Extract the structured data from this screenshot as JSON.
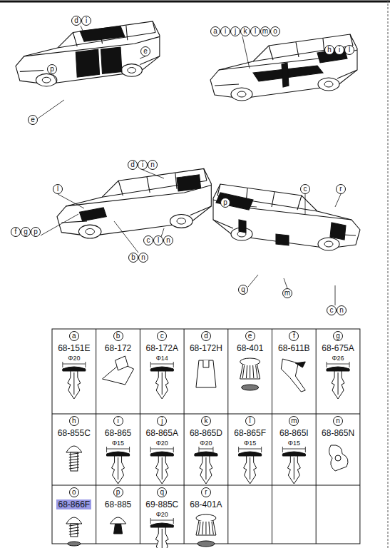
{
  "diagram": {
    "labels": [
      "d",
      "i",
      "e",
      "p",
      "e",
      "a",
      "i",
      "j",
      "k",
      "l",
      "m",
      "o",
      "h",
      "i",
      "l",
      "d",
      "i",
      "n",
      "l",
      "f",
      "g",
      "p",
      "b",
      "n",
      "c",
      "l",
      "n",
      "c",
      "r",
      "p",
      "q",
      "m",
      "c",
      "n",
      "a",
      "68-151E",
      "Φ20",
      "b",
      "68-172",
      "c",
      "68-172A",
      "Φ14",
      "d",
      "68-172H",
      "e",
      "68-401",
      "f",
      "68-611B",
      "g",
      "68-675A",
      "Φ26",
      "h",
      "68-855C",
      "i",
      "68-865",
      "Φ15",
      "j",
      "68-865A",
      "Φ20",
      "k",
      "68-865D",
      "Φ20",
      "l",
      "68-865F",
      "Φ15",
      "m",
      "68-865I",
      "Φ15",
      "n",
      "68-865N",
      "o",
      "68-866F",
      "p",
      "68-885",
      "q",
      "69-885C",
      "Φ20",
      "r",
      "68-401A"
    ]
  }
}
